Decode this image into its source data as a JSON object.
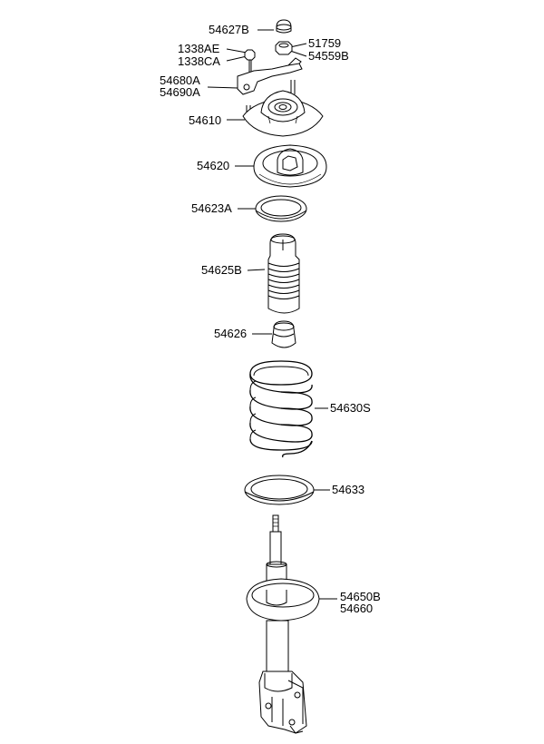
{
  "parts": {
    "p54627B": "54627B",
    "p1338AE": "1338AE",
    "p1338CA": "1338CA",
    "p51759": "51759",
    "p54559B": "54559B",
    "p54680A": "54680A",
    "p54690A": "54690A",
    "p54610": "54610",
    "p54620": "54620",
    "p54623A": "54623A",
    "p54625B": "54625B",
    "p54626": "54626",
    "p54630S": "54630S",
    "p54633": "54633",
    "p54650B": "54650B",
    "p54660": "54660"
  }
}
